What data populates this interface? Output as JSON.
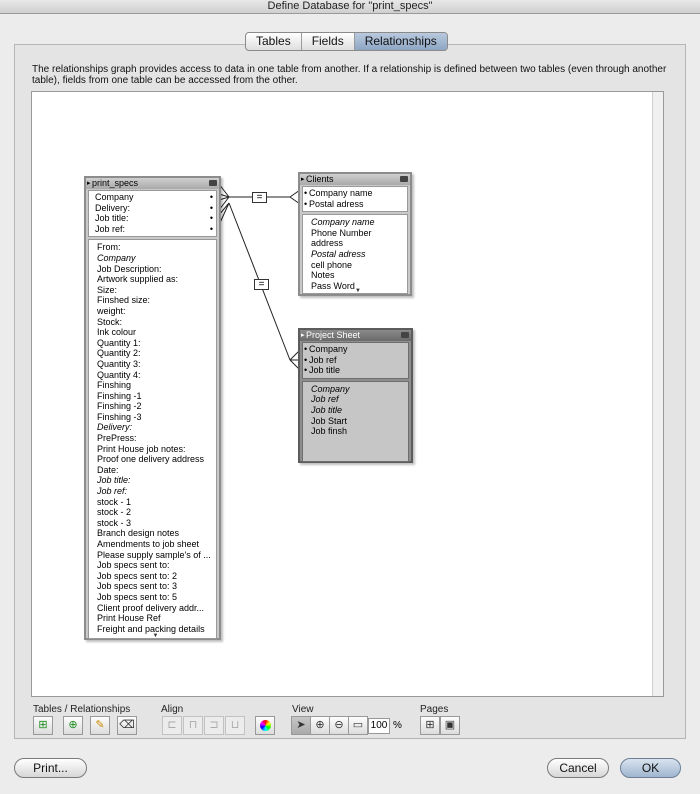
{
  "window": {
    "title": "Define Database for \"print_specs\""
  },
  "tabs": [
    {
      "label": "Tables",
      "active": false
    },
    {
      "label": "Fields",
      "active": false
    },
    {
      "label": "Relationships",
      "active": true
    }
  ],
  "description": "The relationships graph provides access to data in one table from another. If a relationship is defined between two tables (even through another table), fields from one table can be accessed from the other.",
  "relationship_operator": "=",
  "tables": {
    "print_specs": {
      "name": "print_specs",
      "keys": [
        "Company",
        "Delivery:",
        "Job title:",
        "Job ref:"
      ],
      "fields": [
        {
          "t": "From:",
          "i": false
        },
        {
          "t": "Company",
          "i": true
        },
        {
          "t": "Job Description:",
          "i": false
        },
        {
          "t": "Artwork supplied as:",
          "i": false
        },
        {
          "t": "Size:",
          "i": false
        },
        {
          "t": "Finshed size:",
          "i": false
        },
        {
          "t": "weight:",
          "i": false
        },
        {
          "t": "Stock:",
          "i": false
        },
        {
          "t": "Ink colour",
          "i": false
        },
        {
          "t": "Quantity 1:",
          "i": false
        },
        {
          "t": "Quantity 2:",
          "i": false
        },
        {
          "t": "Quantity 3:",
          "i": false
        },
        {
          "t": "Quantity 4:",
          "i": false
        },
        {
          "t": "Finshing",
          "i": false
        },
        {
          "t": "Finshing -1",
          "i": false
        },
        {
          "t": "Finshing -2",
          "i": false
        },
        {
          "t": "Finshing -3",
          "i": false
        },
        {
          "t": "Delivery:",
          "i": true
        },
        {
          "t": "PrePress:",
          "i": false
        },
        {
          "t": "Print House job notes:",
          "i": false
        },
        {
          "t": "Proof one delivery address",
          "i": false
        },
        {
          "t": "Date:",
          "i": false
        },
        {
          "t": "Job title:",
          "i": true
        },
        {
          "t": "Job ref:",
          "i": true
        },
        {
          "t": "stock - 1",
          "i": false
        },
        {
          "t": "stock - 2",
          "i": false
        },
        {
          "t": "stock - 3",
          "i": false
        },
        {
          "t": "Branch design notes",
          "i": false
        },
        {
          "t": "Amendments to job sheet",
          "i": false
        },
        {
          "t": "Please supply sample's of ...",
          "i": false
        },
        {
          "t": "Job specs sent to:",
          "i": false
        },
        {
          "t": "Job specs sent to: 2",
          "i": false
        },
        {
          "t": "Job specs sent to: 3",
          "i": false
        },
        {
          "t": "Job specs sent to: 5",
          "i": false
        },
        {
          "t": "Client proof delivery addr...",
          "i": false
        },
        {
          "t": "Print House Ref",
          "i": false
        },
        {
          "t": "Freight and packing details",
          "i": false
        }
      ]
    },
    "clients": {
      "name": "Clients",
      "keys": [
        "Company name",
        "Postal adress"
      ],
      "fields": [
        {
          "t": "Company name",
          "i": true
        },
        {
          "t": "Phone Number",
          "i": false
        },
        {
          "t": "address",
          "i": false
        },
        {
          "t": "Postal adress",
          "i": true
        },
        {
          "t": "cell phone",
          "i": false
        },
        {
          "t": "Notes",
          "i": false
        },
        {
          "t": "Pass Word",
          "i": false
        }
      ]
    },
    "project_sheet": {
      "name": "Project Sheet",
      "keys": [
        "Company",
        "Job ref",
        "Job title"
      ],
      "fields": [
        {
          "t": "Company",
          "i": true
        },
        {
          "t": "Job ref",
          "i": true
        },
        {
          "t": "Job title",
          "i": true
        },
        {
          "t": "Job Start",
          "i": false
        },
        {
          "t": "Job finsh",
          "i": false
        }
      ]
    }
  },
  "toolbar": {
    "tables_label": "Tables / Relationships",
    "align_label": "Align",
    "view_label": "View",
    "pages_label": "Pages",
    "zoom": "100",
    "zoom_unit": "%"
  },
  "buttons": {
    "print": "Print...",
    "cancel": "Cancel",
    "ok": "OK"
  },
  "icons": {
    "add_table": "add-table-icon",
    "add_note": "add-note-icon",
    "edit": "pencil-icon",
    "delete": "trash-icon",
    "color": "color-wheel-icon",
    "pointer": "arrow-pointer-icon",
    "zoom_in": "zoom-in-icon",
    "zoom_out": "zoom-out-icon",
    "fit": "fit-window-icon",
    "page_breaks": "page-breaks-icon",
    "page_setup": "page-setup-icon"
  }
}
